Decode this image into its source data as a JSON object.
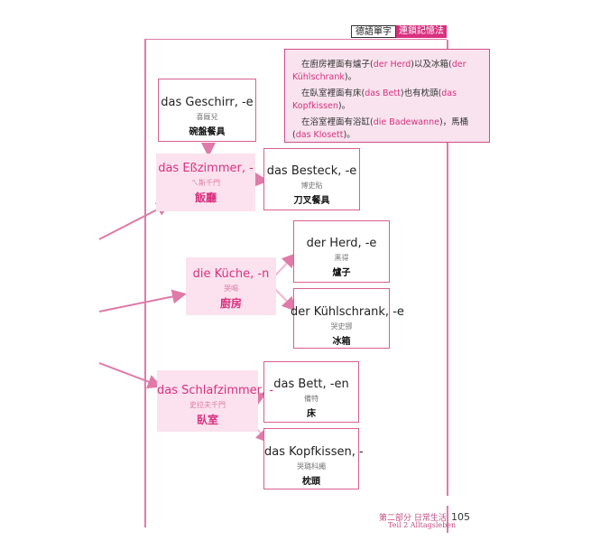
{
  "header": {
    "left_tag": "德語單字",
    "right_tag": "連鎖記憶法"
  },
  "note": {
    "lines": [
      {
        "a": "在廚房裡面有爐子(",
        "b": "der Herd",
        "c": ")以及冰箱(",
        "d": "der Kühlschrank",
        "e": ")。"
      },
      {
        "a": "在臥室裡面有床(",
        "b": "das Bett",
        "c": ")也有枕頭(",
        "d": "das Kopfkissen",
        "e": ")。"
      },
      {
        "a": "在浴室裡面有浴缸(",
        "b": "die Badewanne",
        "c": ")，馬桶(",
        "d": "das Klosett",
        "e": ")。"
      }
    ]
  },
  "words": {
    "geschirr": {
      "de": "das Geschirr, -e",
      "pron": "喜厩兒",
      "zh": "碗盤餐具"
    },
    "esszimmer": {
      "de": "das Eßzimmer, -",
      "pron": "ㄟ斯千門",
      "zh": "飯廳"
    },
    "besteck": {
      "de": "das Besteck, -e",
      "pron": "博史貼",
      "zh": "刀叉餐具"
    },
    "herd": {
      "de": "der Herd, -e",
      "pron": "黑得",
      "zh": "爐子"
    },
    "kueche": {
      "de": "die Küche, -n",
      "pron": "哭喝",
      "zh": "廚房"
    },
    "kuehlschrank": {
      "de": "der Kühlschrank, -e",
      "pron": "哭史挪",
      "zh": "冰箱"
    },
    "bett": {
      "de": "das Bett, -en",
      "pron": "備特",
      "zh": "床"
    },
    "schlafzimmer": {
      "de": "das Schlafzimmer, -",
      "pron": "史拉夫千門",
      "zh": "臥室"
    },
    "kopfkissen": {
      "de": "das Kopfkissen, -",
      "pron": "哭璐科繩",
      "zh": "枕頭"
    }
  },
  "footer": {
    "section_zh": "第二部分 日常生活",
    "section_de": "Teil 2  Alltagsleben",
    "page": "105"
  },
  "colors": {
    "accent": "#d9307f",
    "note_bg": "#f8e3ee",
    "center_bg": "#fbe2ee"
  }
}
